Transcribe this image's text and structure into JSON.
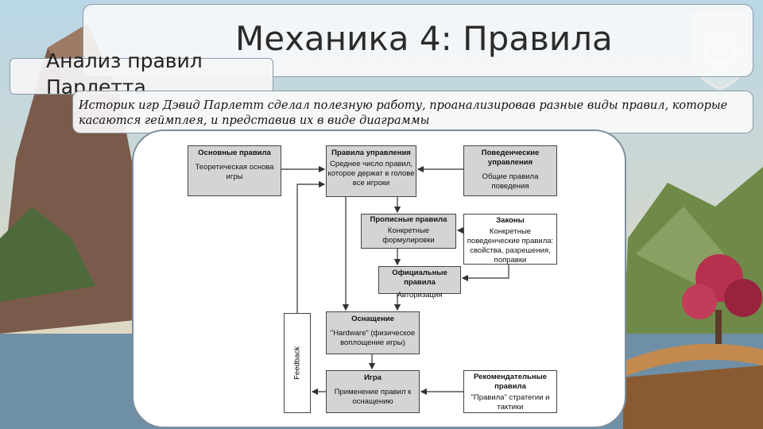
{
  "slide": {
    "title": "Механика 4: Правила",
    "subtitle": "Анализ правил Парлетта",
    "description": "Историк игр Дэвид Парлетт сделал полезную работу, проанализировав разные виды правил, которые касаются геймплея, и представив их в виде диаграммы"
  },
  "diagram": {
    "nodes": {
      "basic": {
        "heading": "Основные правила",
        "body": "Теоретическая основа игры"
      },
      "operational": {
        "heading": "Правила управления",
        "body": "Среднее число правил, которое держат в голове все игроки"
      },
      "behavioral": {
        "heading": "Поведенческие управления",
        "body": "Общие правила поведения"
      },
      "written": {
        "heading": "Прописные правила",
        "body": "Конкретные формулировки"
      },
      "laws": {
        "heading": "Законы",
        "body": "Конкретные поведенческие правила: свойства, разрешения, поправки"
      },
      "official": {
        "heading": "Официальные правила",
        "body": "Авторизация"
      },
      "equipment": {
        "heading": "Оснащение",
        "body": "\"Hardware\" (физическое воплощение игры)"
      },
      "game": {
        "heading": "Игра",
        "body": "Применение правил к оснащению"
      },
      "advisory": {
        "heading": "Рекомендательные правила",
        "body": "\"Правила\" стратегии и тактики"
      },
      "feedback": {
        "label": "Feedback"
      }
    }
  },
  "colors": {
    "box_grey": "#d4d4d4",
    "panel_border": "#7d8e9c",
    "sky": "#9cc3d6",
    "ground": "#6b7a3a"
  }
}
